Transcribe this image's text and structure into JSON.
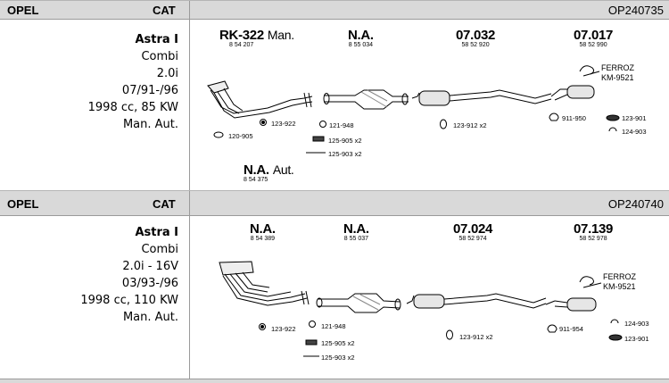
{
  "rows": [
    {
      "make": "OPEL",
      "cat": "CAT",
      "code": "OP240735",
      "info": [
        "Astra I",
        "Combi",
        "2.0i",
        "07/91-/96",
        "1998 cc, 85 KW",
        "Man. Aut."
      ],
      "parts": [
        {
          "num": "RK-322",
          "suffix": "Man.",
          "sub": "8 54 207"
        },
        {
          "num": "N.A.",
          "sub": "8 55 034"
        },
        {
          "num": "07.032",
          "sub": "58 52 920"
        },
        {
          "num": "07.017",
          "sub": "58 52 990"
        },
        {
          "num": "N.A.",
          "suffix": "Aut.",
          "sub": "8 54 375"
        }
      ],
      "labels": [
        "123-922",
        "121-948",
        "125-905 x2",
        "125-903 x2",
        "120-905",
        "123-912 x2",
        "911-950",
        "123-901",
        "124-903"
      ],
      "ferroz": [
        "FERROZ",
        "KM-9521"
      ]
    },
    {
      "make": "OPEL",
      "cat": "CAT",
      "code": "OP240740",
      "info": [
        "Astra I",
        "Combi",
        "2.0i - 16V",
        "03/93-/96",
        "1998 cc, 110 KW",
        "Man. Aut."
      ],
      "parts": [
        {
          "num": "N.A.",
          "sub": "8 54 389"
        },
        {
          "num": "N.A.",
          "sub": "8 55 037"
        },
        {
          "num": "07.024",
          "sub": "58 52 974"
        },
        {
          "num": "07.139",
          "sub": "58 52 978"
        }
      ],
      "labels": [
        "123-922",
        "121-948",
        "125-905 x2",
        "125-903 x2",
        "123-912 x2",
        "911-954",
        "124-903",
        "123-901"
      ],
      "ferroz": [
        "FERROZ",
        "KM-9521"
      ]
    }
  ]
}
